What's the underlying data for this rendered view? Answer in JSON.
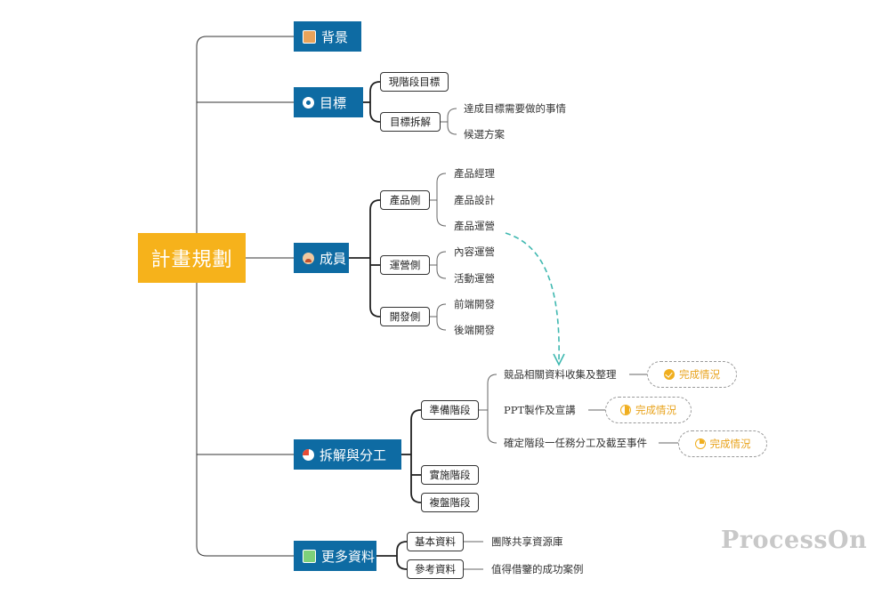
{
  "root": {
    "label": "計畫規劃"
  },
  "branches": {
    "background": {
      "label": "背景",
      "icon": "package-icon"
    },
    "goal": {
      "label": "目標",
      "icon": "target-icon",
      "current_stage": "現階段目標",
      "breakdown": "目標拆解",
      "breakdown_items": [
        "達成目標需要做的事情",
        "候選方案"
      ]
    },
    "members": {
      "label": "成員",
      "icon": "person-icon",
      "product": {
        "label": "產品側",
        "items": [
          "產品經理",
          "產品設計",
          "產品運營"
        ]
      },
      "operation": {
        "label": "運營側",
        "items": [
          "內容運營",
          "活動運營"
        ]
      },
      "dev": {
        "label": "開發側",
        "items": [
          "前端開發",
          "後端開發"
        ]
      }
    },
    "breakdown_division": {
      "label": "拆解與分工",
      "icon": "pie-chart-icon",
      "prep": {
        "label": "準備階段",
        "tasks": [
          {
            "text": "競品相關資料收集及整理",
            "status": "完成情況",
            "status_icon": "check-circle-icon"
          },
          {
            "text": "PPT製作及宣講",
            "status": "完成情況",
            "status_icon": "half-progress-icon"
          },
          {
            "text": "確定階段一任務分工及截至事件",
            "status": "完成情況",
            "status_icon": "quarter-progress-icon"
          }
        ]
      },
      "implement": {
        "label": "實施階段"
      },
      "review": {
        "label": "複盤階段"
      }
    },
    "more_info": {
      "label": "更多資料",
      "icon": "notebook-icon",
      "basic": {
        "label": "基本資料",
        "item": "團隊共享資源庫"
      },
      "reference": {
        "label": "參考資料",
        "item": "值得借鑒的成功案例"
      }
    }
  },
  "colors": {
    "root": "#F6B21B",
    "branch": "#0E6BA3",
    "status": "#F0AE1E",
    "arrow": "#3FB8B0"
  },
  "watermark": "ProcessOn"
}
